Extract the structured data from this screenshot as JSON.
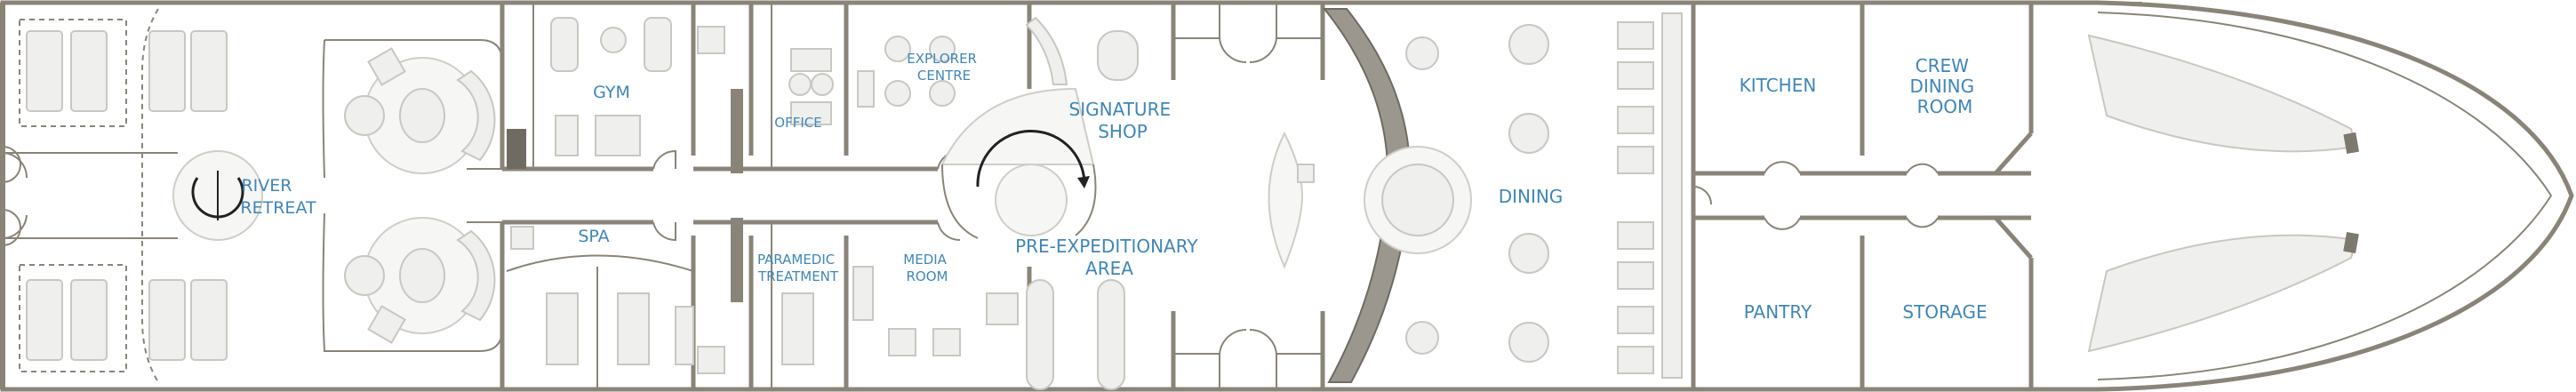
{
  "rooms": {
    "river_retreat": [
      "RIVER",
      "RETREAT"
    ],
    "gym": [
      "GYM"
    ],
    "spa": [
      "SPA"
    ],
    "office": [
      "OFFICE"
    ],
    "explorer_centre": [
      "EXPLORER",
      "CENTRE"
    ],
    "paramedic_treatment": [
      "PARAMEDIC",
      "TREATMENT"
    ],
    "media_room": [
      "MEDIA",
      "ROOM"
    ],
    "signature_shop": [
      "SIGNATURE",
      "SHOP"
    ],
    "pre_expeditionary_area": [
      "PRE-EXPEDITIONARY",
      "AREA"
    ],
    "dining": [
      "DINING"
    ],
    "kitchen": [
      "KITCHEN"
    ],
    "crew_dining_room": [
      "CREW",
      "DINING",
      "ROOM"
    ],
    "pantry": [
      "PANTRY"
    ],
    "storage": [
      "STORAGE"
    ]
  },
  "colors": {
    "label": "#3f86b8",
    "wall": "#8a8478",
    "furniture_fill": "#efefed",
    "furniture_stroke": "#c9c7c1",
    "stair_dark": "#9b978f"
  }
}
